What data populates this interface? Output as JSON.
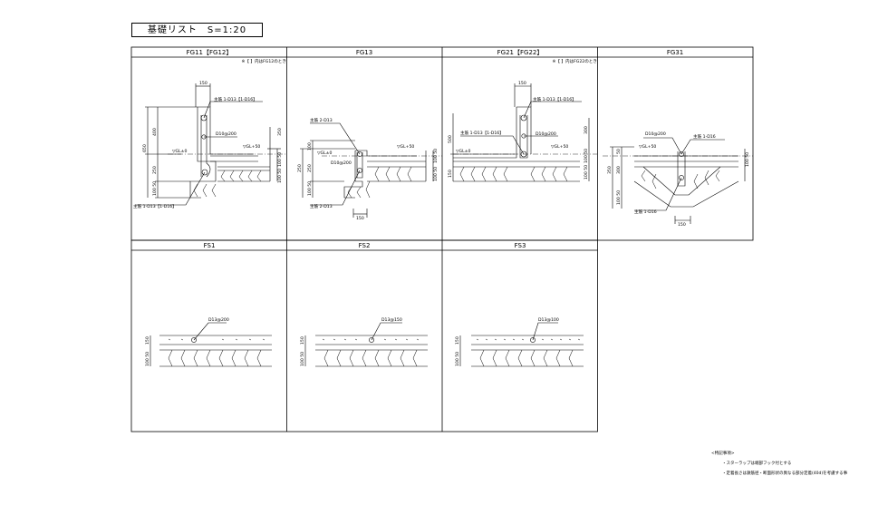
{
  "sheet": {
    "title": "基礎リスト　S=1:20"
  },
  "panels": {
    "fg11": {
      "title": "FG11【FG12】",
      "note": "※【 】内はFG12のとき",
      "labels": {
        "main_top": "主筋 1-D13【1-D16】",
        "main_bottom": "主筋 1-D13【1-D16】",
        "stirrup": "D10@200",
        "gl0": "▽GL±0",
        "gl50": "▽GL+50"
      },
      "dims": {
        "d150": "150",
        "d650": "650",
        "d400": "400",
        "d250": "250",
        "d100_50": "100 50",
        "d350": "350",
        "d100_50b": "100 50",
        "d100_50c": "100 50"
      }
    },
    "fg13": {
      "title": "FG13",
      "labels": {
        "main_top": "主筋 2-D13",
        "main_bottom": "主筋 2-D13",
        "stirrup": "D10@200",
        "gl0": "▽GL±0",
        "gl50": "▽GL+50"
      },
      "dims": {
        "d250": "250",
        "d100": "100",
        "d250b": "250",
        "d100_50": "100 50",
        "d150": "150",
        "d100_50b": "100 50",
        "d100_50c": "100 50"
      }
    },
    "fg21": {
      "title": "FG21【FG22】",
      "note": "※【 】内はFG22のとき",
      "labels": {
        "main_top": "主筋 1-D13【1-D16】",
        "main_bottom": "主筋 1-D13【1-D16】",
        "stirrup": "D10@200",
        "gl0": "▽GL±0",
        "gl50": "▽GL+50"
      },
      "dims": {
        "d150": "150",
        "d500": "500",
        "d150b": "150",
        "d300": "300",
        "d100_50": "100 50",
        "d100_50b": "100 50"
      }
    },
    "fg31": {
      "title": "FG31",
      "labels": {
        "stirrup": "D10@200",
        "main_top": "主筋 1-D16",
        "main_bottom": "主筋 1-D16",
        "gl50": "▽GL+50"
      },
      "dims": {
        "d350": "350",
        "d50": "50",
        "d300": "300",
        "d100_50": "100 50",
        "d150": "150",
        "d100_50b": "100 50"
      }
    },
    "fs1": {
      "title": "FS1",
      "rebar": "D13@200",
      "dims": {
        "d150": "150",
        "d100_50": "100 50"
      }
    },
    "fs2": {
      "title": "FS2",
      "rebar": "D13@150",
      "dims": {
        "d150": "150",
        "d100_50": "100 50"
      }
    },
    "fs3": {
      "title": "FS3",
      "rebar": "D13@100",
      "dims": {
        "d150": "150",
        "d100_50": "100 50"
      }
    }
  },
  "notes": {
    "heading": "<特記事項>",
    "items": [
      "・スターラップは端部フック付とする",
      "・定着長さは鉄筋径・断面形状の異なる部分定着(40d)を考慮する事"
    ]
  }
}
